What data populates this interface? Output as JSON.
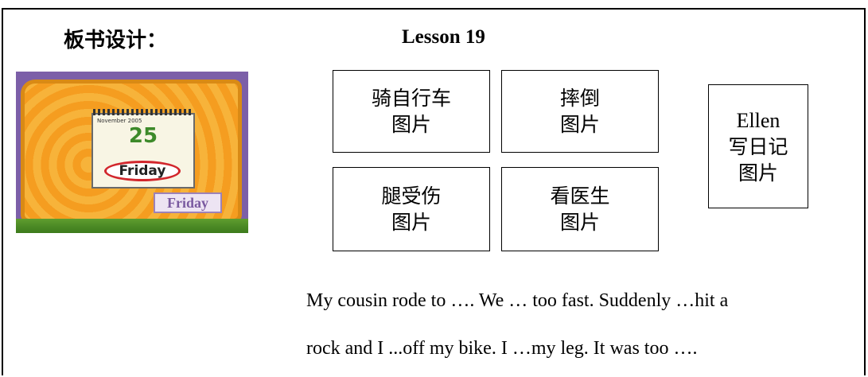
{
  "heading": "板书设计：",
  "lesson_title": "Lesson 19",
  "picture": {
    "calendar_month": "November 2005",
    "calendar_day": "25",
    "calendar_weekday": "Friday",
    "word_card": "Friday"
  },
  "boxes": [
    {
      "line1": "骑自行车",
      "line2": "图片"
    },
    {
      "line1": "摔倒",
      "line2": "图片"
    },
    {
      "line1": "腿受伤",
      "line2": "图片"
    },
    {
      "line1": "看医生",
      "line2": "图片"
    },
    {
      "line1": "Ellen",
      "line2": "写日记",
      "line3": "图片"
    }
  ],
  "story": {
    "line1": "My cousin rode to …. We … too fast. Suddenly …hit a",
    "line2": "rock and I ...off my bike. I …my leg. It was too …."
  }
}
